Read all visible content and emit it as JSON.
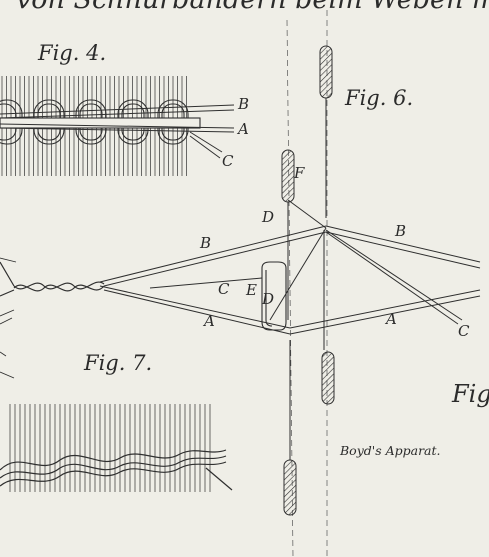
{
  "header_text": "von Schnürbändern beim Weben mit",
  "figures": {
    "fig4": {
      "title": "Fig. 4.",
      "labels": {
        "b": "B",
        "a": "A",
        "c": "C"
      }
    },
    "fig6": {
      "title": "Fig. 6.",
      "labels": {
        "f": "F",
        "d_upper": "D",
        "b_left": "B",
        "b_right": "B",
        "c_left": "C",
        "e": "E",
        "d_lower": "D",
        "a_left": "A",
        "a_right": "A",
        "c_right": "C"
      }
    },
    "fig7": {
      "title": "Fig. 7."
    },
    "fig8": {
      "title_partial": "Fig"
    }
  },
  "caption": "Boyd's Apparat."
}
